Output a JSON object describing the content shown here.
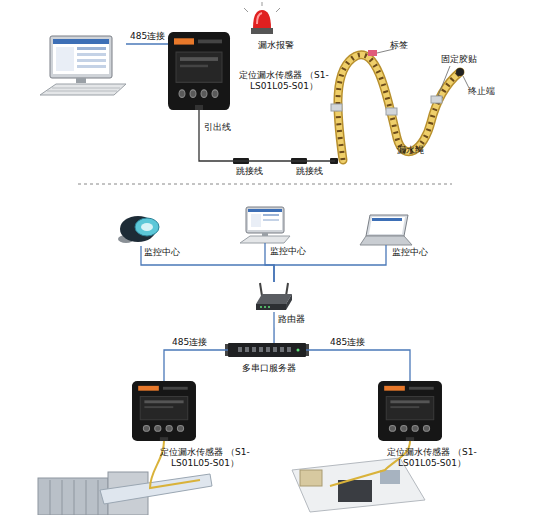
{
  "diagram": {
    "nodes": [
      {
        "text": []
      },
      {
        "text": [
          "定位漏水传感器 （S1-LS01L05-S01）"
        ]
      },
      {
        "text": [
          "漏水报警"
        ]
      },
      {
        "text": [
          "漏水绳"
        ]
      },
      {
        "text": [
          "监控中心"
        ]
      },
      {
        "text": [
          "监控中心"
        ]
      },
      {
        "text": [
          "监控中心"
        ]
      },
      {
        "text": [
          "路由器"
        ]
      },
      {
        "text": [
          "多串口服务器"
        ]
      },
      {
        "text": [
          "定位漏水传感器 （S1-LS01L05-S01）"
        ]
      },
      {
        "text": [
          "定位漏水传感器 （S1-LS01L05-S01）"
        ]
      }
    ],
    "edges": [
      {
        "from": 0,
        "to": 1,
        "label": "485连接",
        "arrow": "none"
      },
      {
        "from": 1,
        "to": 3,
        "label": "引出线",
        "arrow": "none"
      },
      {
        "from": 4,
        "to": 7,
        "arrow": "none"
      },
      {
        "from": 5,
        "to": 7,
        "arrow": "none"
      },
      {
        "from": 6,
        "to": 7,
        "arrow": "none"
      },
      {
        "from": 7,
        "to": 8,
        "arrow": "none"
      },
      {
        "from": 8,
        "to": 9,
        "label": "485连接",
        "arrow": "none"
      },
      {
        "from": 8,
        "to": 10,
        "label": "485连接",
        "arrow": "none"
      }
    ],
    "labels": [
      "跳接线",
      "跳接线",
      "标签",
      "固定胶贴",
      "终止端"
    ]
  }
}
